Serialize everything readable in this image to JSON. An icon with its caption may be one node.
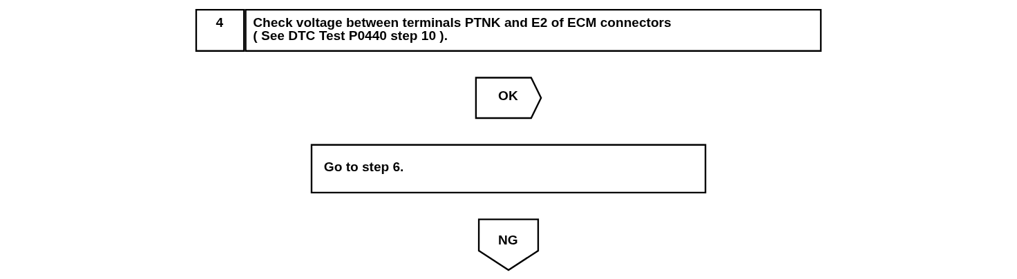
{
  "diagram": {
    "nodes": [
      {
        "text": [
          "4",
          "Check voltage between terminals PTNK and E2 of ECM connectors ( See DTC Test P0440 step 10 )."
        ]
      },
      {
        "text": [
          "OK"
        ]
      },
      {
        "text": [
          "Go to step 6."
        ]
      },
      {
        "text": [
          "NG"
        ]
      }
    ]
  }
}
